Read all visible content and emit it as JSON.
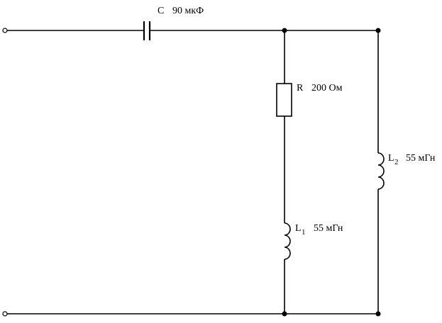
{
  "components": {
    "capacitor": {
      "symbol": "C",
      "value": "90 мкФ"
    },
    "resistor": {
      "symbol": "R",
      "value": "200 Ом"
    },
    "inductor1": {
      "symbol": "L",
      "subscript": "1",
      "value": "55 мГн"
    },
    "inductor2": {
      "symbol": "L",
      "subscript": "2",
      "value": "55 мГн"
    }
  }
}
